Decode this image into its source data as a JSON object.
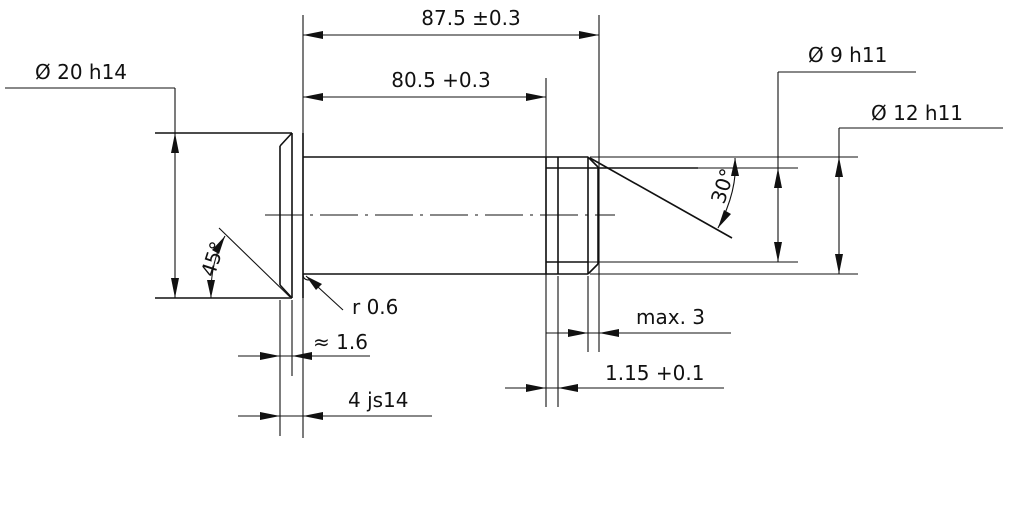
{
  "dimensions": {
    "overall_length": "87.5 ±0.3",
    "shank_length": "80.5 +0.3",
    "head_diameter": "Ø 20 h14",
    "groove_diameter": "Ø 9 h11",
    "shank_diameter": "Ø 12 h11",
    "fillet_radius": "r 0.6",
    "chamfer_length": "≈ 1.6",
    "head_thickness": "4 js14",
    "groove_chamfer_max": "max. 3",
    "groove_width": "1.15 +0.1",
    "head_chamfer_angle": "45°",
    "groove_chamfer_angle": "30°"
  }
}
